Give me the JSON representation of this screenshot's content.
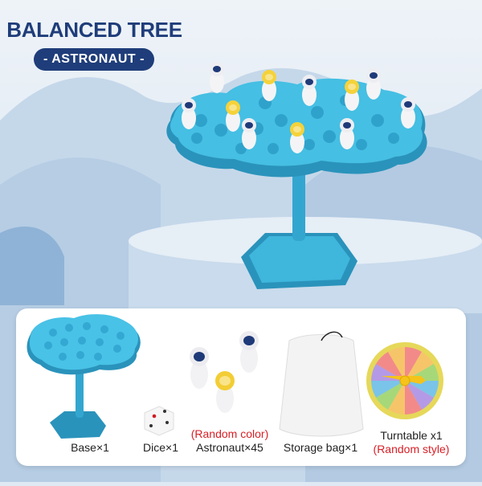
{
  "header": {
    "title": "BALANCED TREE",
    "subtitle": "- ASTRONAUT -"
  },
  "items": [
    {
      "label": "Base×1"
    },
    {
      "label": "Dice×1"
    },
    {
      "note": "(Random color)",
      "label": "Astronaut×45"
    },
    {
      "label": "Storage bag×1"
    },
    {
      "label": "Turntable x1",
      "note": "(Random style)"
    }
  ],
  "colors": {
    "title": "#1f3d7a",
    "tree": "#3fb6dc",
    "tree_dark": "#2a93bb",
    "note_red": "#d71f26"
  }
}
